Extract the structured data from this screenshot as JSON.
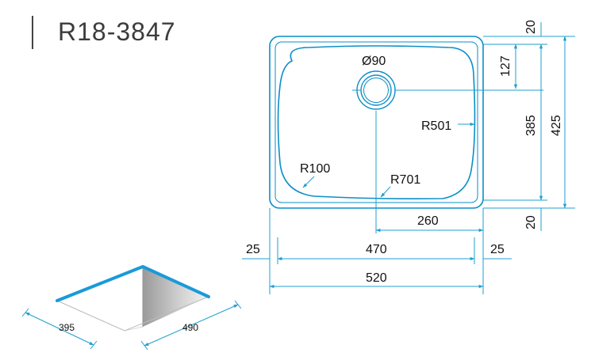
{
  "title": "R18-3847",
  "colors": {
    "accent": "#1f9fd0",
    "outline": "#0b8ec8",
    "text": "#111111",
    "title": "#3c3c3c",
    "iso_rim": "#1a9ad8"
  },
  "labels": {
    "drain": "Ø90",
    "r501": "R501",
    "r100": "R100",
    "r701": "R701",
    "d20_top": "20",
    "d127": "127",
    "d385": "385",
    "d425": "425",
    "d20_bottom": "20",
    "d260": "260",
    "d25_left": "25",
    "d470": "470",
    "d25_right": "25",
    "d520": "520"
  },
  "iso": {
    "width": "395",
    "length": "490"
  }
}
